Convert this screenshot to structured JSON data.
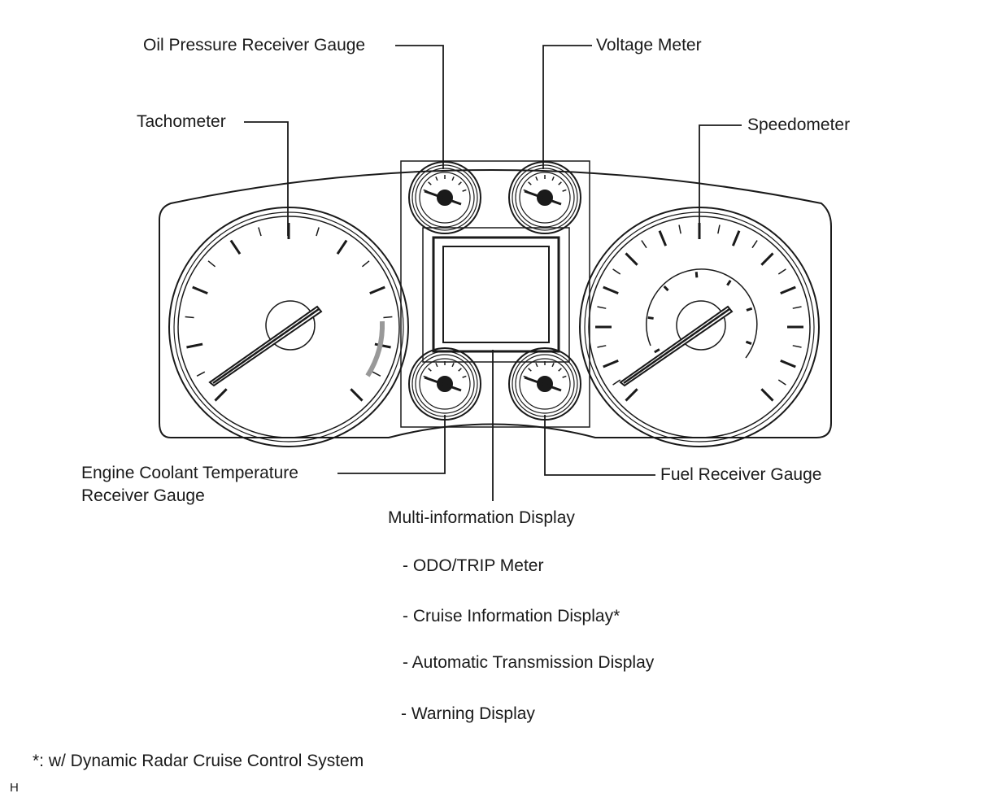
{
  "labels": {
    "oil_pressure": "Oil Pressure Receiver Gauge",
    "voltage": "Voltage Meter",
    "tachometer": "Tachometer",
    "speedometer": "Speedometer",
    "coolant_line1": "Engine Coolant Temperature",
    "coolant_line2": "Receiver Gauge",
    "fuel": "Fuel Receiver Gauge",
    "mid": "Multi-information Display"
  },
  "mid_items": [
    "- ODO/TRIP Meter",
    "- Cruise Information Display*",
    "- Automatic Transmission Display",
    "- Warning Display"
  ],
  "footnote": "*: w/ Dynamic Radar Cruise Control System",
  "corner_mark": "H"
}
